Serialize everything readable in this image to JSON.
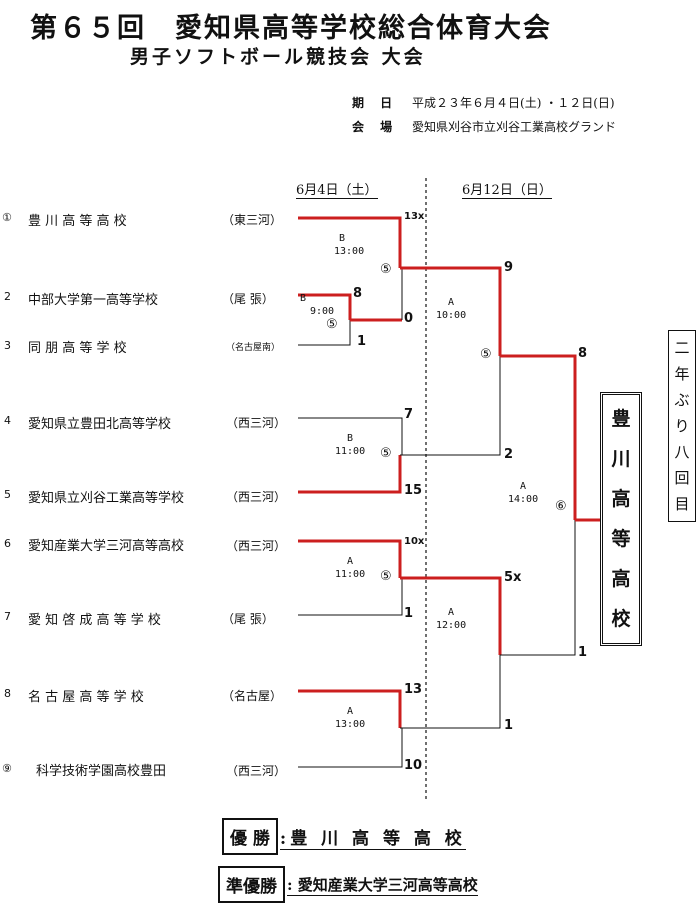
{
  "header": {
    "title": "第６５回　愛知県高等学校総合体育大会",
    "subtitle": "男子ソフトボール競技会 大会",
    "date_label": "期 日",
    "date_value": "平成２３年６月４日(土) ・１２日(日)",
    "venue_label": "会 場",
    "venue_value": "愛知県刈谷市立刈谷工業高校グランド"
  },
  "rounds": {
    "day1": "6月4日（土）",
    "day2": "6月12日（日）"
  },
  "teams": [
    {
      "seed": "①",
      "name": "豊 川 高 等 高 校",
      "region": "（東三河）"
    },
    {
      "seed": "2",
      "name": "中部大学第一高等学校",
      "region": "（尾 張）"
    },
    {
      "seed": "3",
      "name": "同 朋 高 等 学 校",
      "region": "（名古屋南）"
    },
    {
      "seed": "4",
      "name": "愛知県立豊田北高等学校",
      "region": "（西三河）"
    },
    {
      "seed": "5",
      "name": "愛知県立刈谷工業高等学校",
      "region": "（西三河）"
    },
    {
      "seed": "6",
      "name": "愛知産業大学三河高等高校",
      "region": "（西三河）"
    },
    {
      "seed": "7",
      "name": "愛 知 啓 成 高 等 学 校",
      "region": "（尾 張）"
    },
    {
      "seed": "8",
      "name": "名 古 屋 高 等 学 校",
      "region": "（名古屋）"
    },
    {
      "seed": "⑨",
      "name": "科学技術学園高校豊田",
      "region": "（西三河）"
    }
  ],
  "scores": {
    "g1_top": "8",
    "g1_bot": "1",
    "g2_top": "13x",
    "g2_bot": "0",
    "g3_top": "7",
    "g3_bot": "15",
    "g4_top": "10x",
    "g4_bot": "1",
    "g5_top": "13",
    "g5_bot": "10",
    "sf1_top": "9",
    "sf1_bot": "2",
    "sf2_top": "5x",
    "sf2_bot": "1",
    "f_top": "8",
    "f_bot": "1"
  },
  "games": {
    "g1": {
      "court": "B",
      "time": "9:00",
      "innings": "⑤"
    },
    "g2": {
      "court": "B",
      "time": "13:00",
      "innings": "⑤"
    },
    "g3": {
      "court": "B",
      "time": "11:00",
      "innings": "⑤"
    },
    "g4": {
      "court": "A",
      "time": "11:00",
      "innings": "⑤"
    },
    "g5": {
      "court": "A",
      "time": "13:00"
    },
    "sf1": {
      "court": "A",
      "time": "10:00",
      "innings": "⑤"
    },
    "sf2": {
      "court": "A",
      "time": "12:00"
    },
    "f": {
      "court": "A",
      "time": "14:00",
      "innings": "⑥"
    }
  },
  "champion_box": [
    "豊",
    "川",
    "高",
    "等",
    "高",
    "校"
  ],
  "note": [
    "二",
    "年",
    "ぶ",
    "り",
    "八",
    "回",
    "目"
  ],
  "results": {
    "winner_label": "優 勝",
    "winner_name": ":豊 川 高 等 高 校",
    "runner_label": "準優勝",
    "runner_name": ": 愛知産業大学三河高等高校"
  },
  "colors": {
    "win_line": "#cc1f1f",
    "line": "#111111"
  }
}
